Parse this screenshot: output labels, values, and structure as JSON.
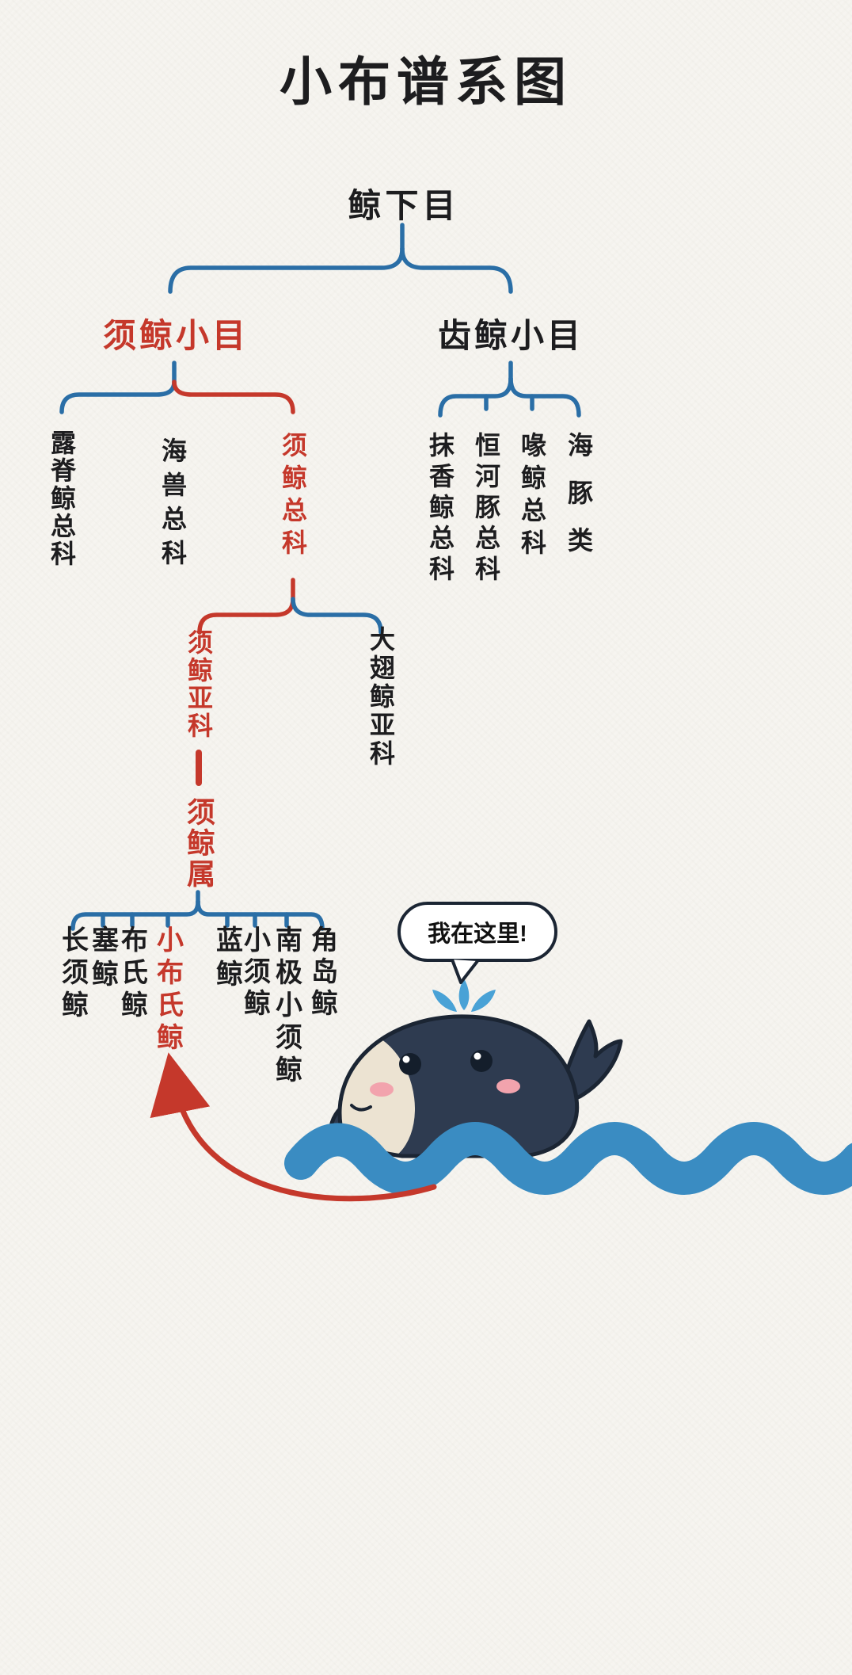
{
  "title": "小布谱系图",
  "tree": {
    "root": "鲸下目",
    "mysticeti": "须鲸小目",
    "odontoceti": "齿鲸小目",
    "mysticeti_superfamilies": [
      "露脊鲸总科",
      "海兽总科",
      "须鲸总科"
    ],
    "odontoceti_groups": [
      "抹香鲸总科",
      "恒河豚总科",
      "喙鲸总科",
      "海豚类"
    ],
    "rorqual_subfamilies": [
      "须鲸亚科",
      "大翅鲸亚科"
    ],
    "genus": "须鲸属",
    "species": [
      "长须鲸",
      "塞鲸",
      "布氏鲸",
      "小布氏鲸",
      "蓝鲸",
      "小须鲸",
      "南极小须鲸",
      "角岛鲸"
    ]
  },
  "callout": {
    "text": "我在这里!"
  },
  "icons": {
    "whale": "whale-illustration",
    "spout": "water-spout-icon",
    "wave": "ocean-wave",
    "arrow": "highlight-arrow"
  },
  "colors": {
    "paper": "#f6f4ef",
    "ink": "#1d1d1f",
    "red": "#c5382b",
    "blue": "#2a6ea6",
    "wave": "#3a8cc2",
    "whale_body": "#2e3b50",
    "whale_belly": "#ece3d2",
    "cheek": "#f2a3ad",
    "spout": "#49a2d6"
  }
}
